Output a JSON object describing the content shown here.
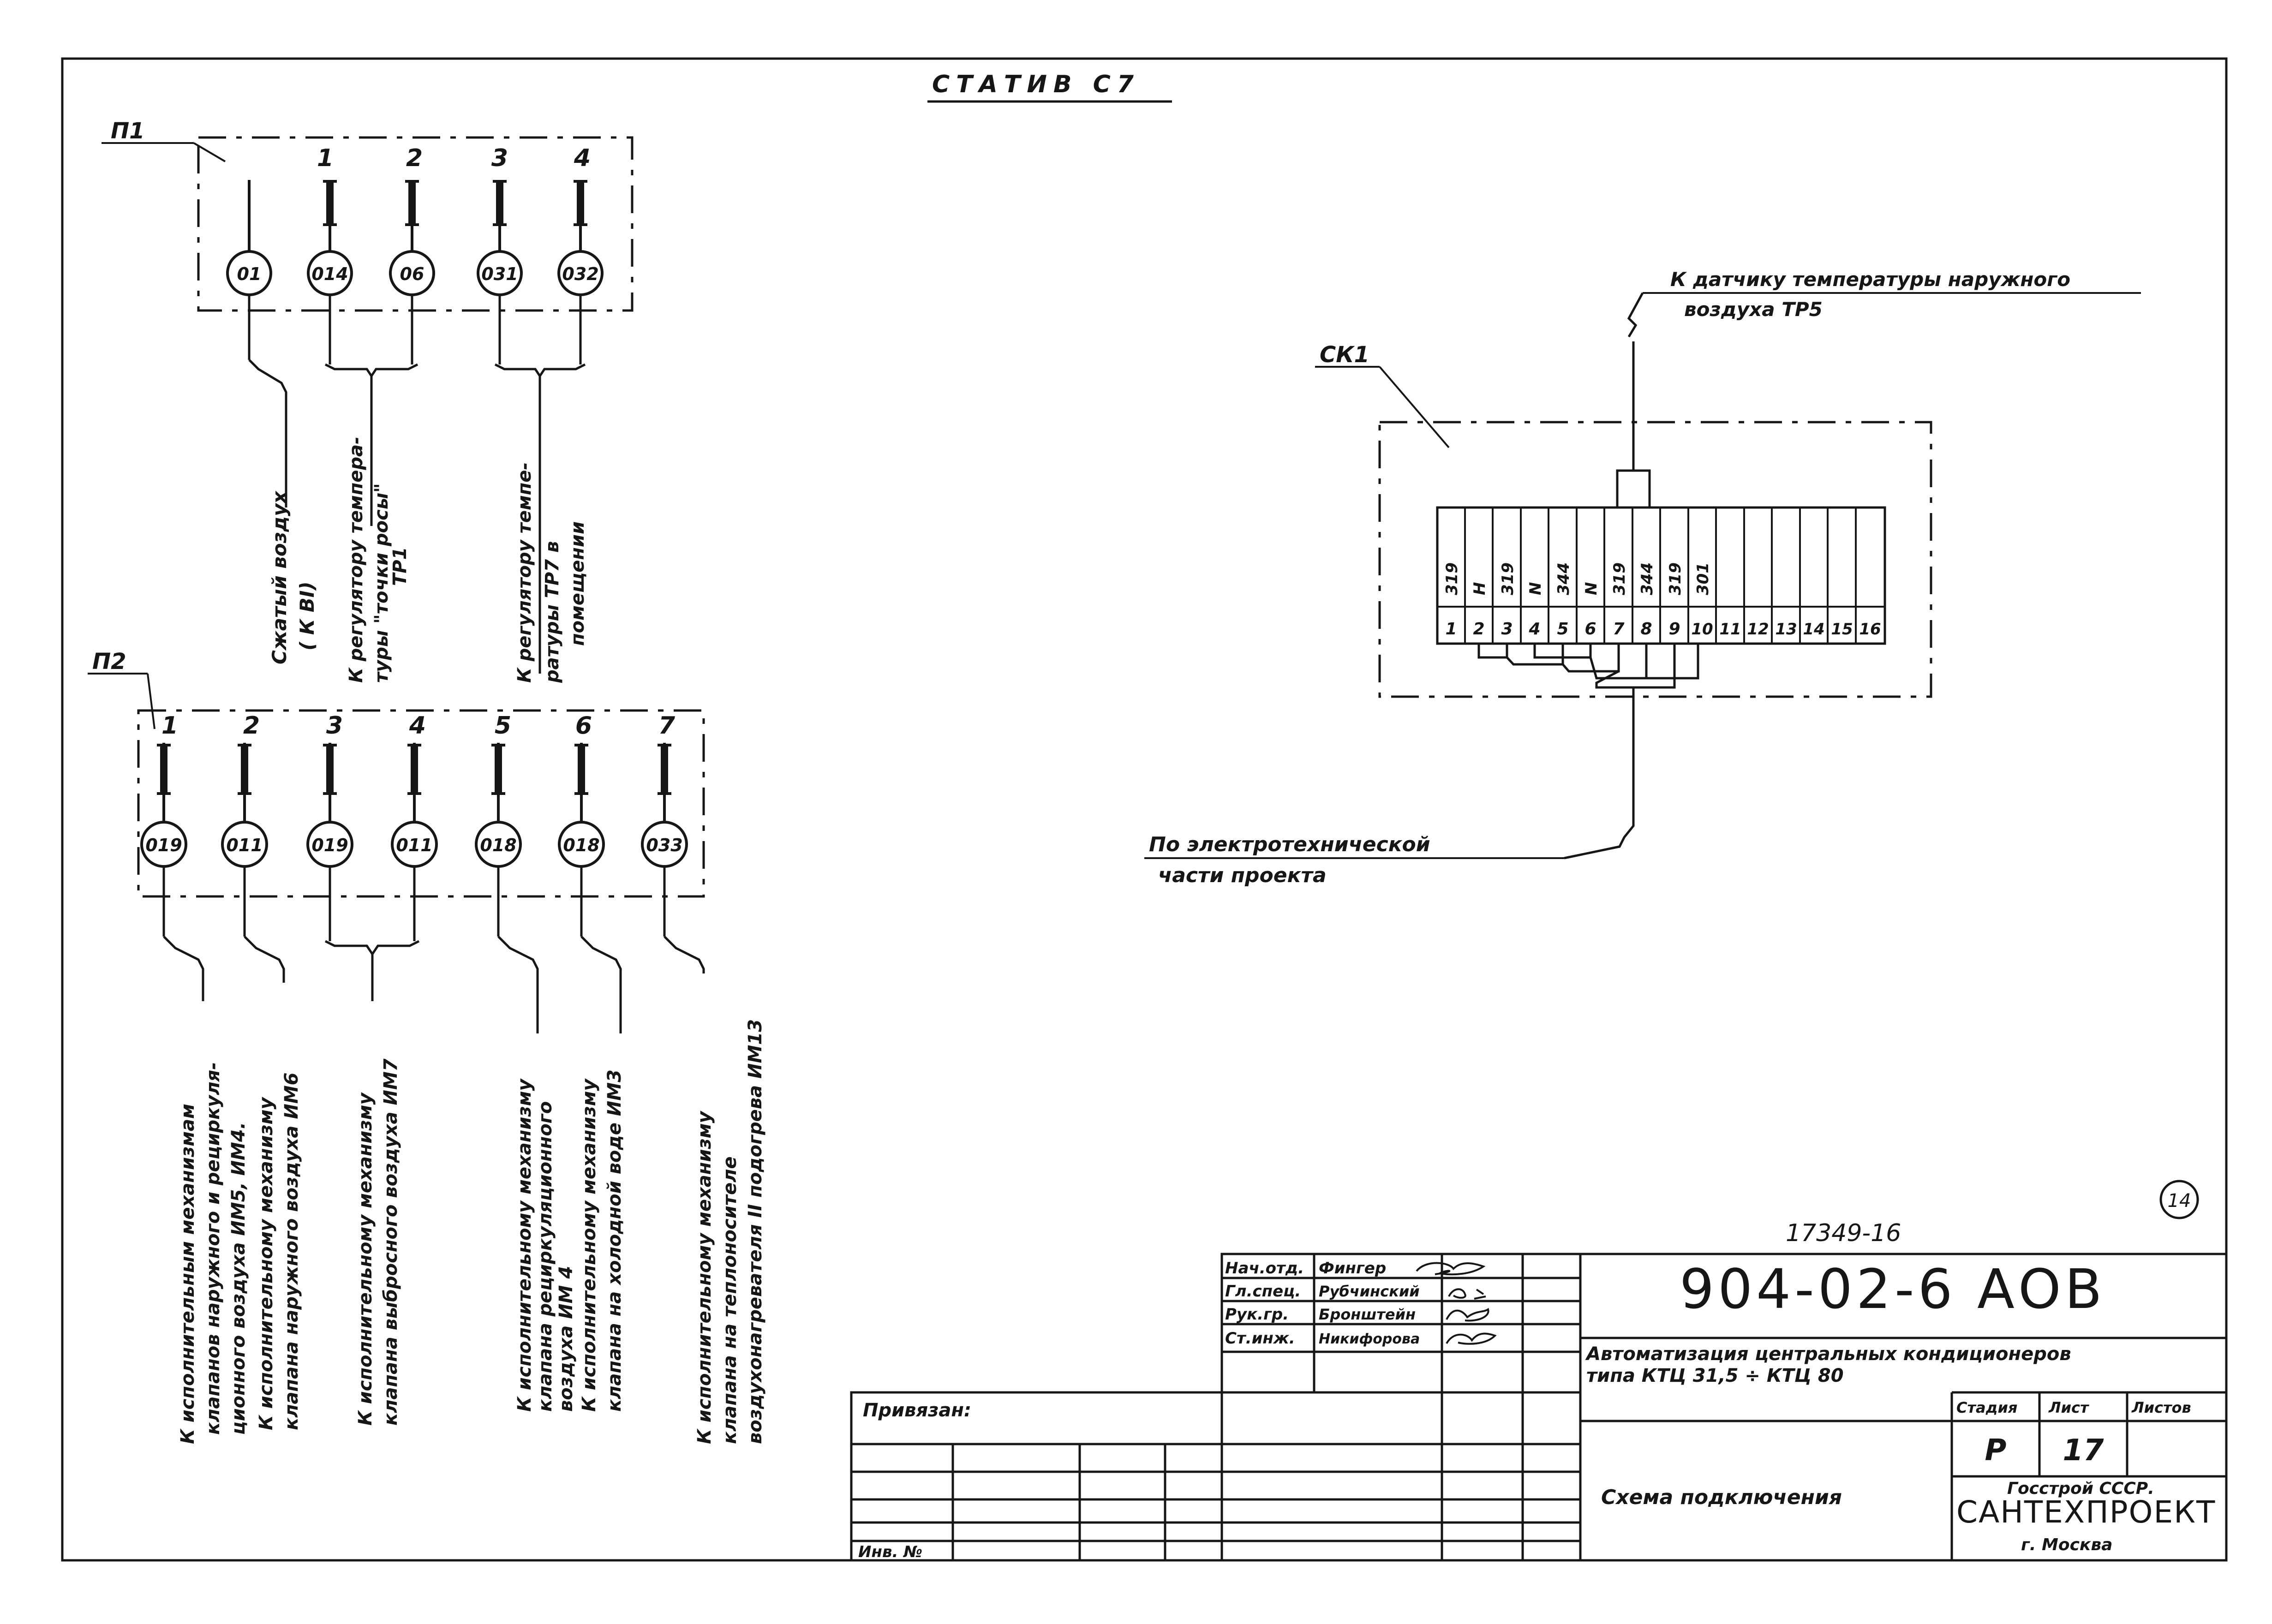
{
  "sheet_title": "СТАТИВ С7",
  "panel_p1": {
    "label": "П1",
    "terminal_numbers": [
      "1",
      "2",
      "3",
      "4"
    ],
    "devices": [
      "01",
      "014",
      "06",
      "031",
      "032"
    ],
    "notes": [
      "Сжатый воздух",
      "( К ВI)",
      "К регулятору темпера-",
      "туры \"точки росы\"",
      "ТР1",
      "К регулятору темпе-",
      "ратуры ТР7 в",
      "помещении"
    ]
  },
  "panel_p2": {
    "label": "П2",
    "terminal_numbers": [
      "1",
      "2",
      "3",
      "4",
      "5",
      "6",
      "7"
    ],
    "devices": [
      "019",
      "011",
      "019",
      "011",
      "018",
      "018",
      "033"
    ],
    "notes": [
      "К исполнительным механизмам",
      "клапанов наружного и рециркуля-",
      "ционного воздуха ИМ5, ИМ4.",
      "К исполнительному механизму",
      "клапана наружного воздуха ИМ6",
      "К исполнительному механизму",
      "клапана выбросного воздуха ИМ7",
      "К исполнительному механизму",
      "клапана рециркуляционного",
      "воздуха ИМ 4",
      "К исполнительному механизму",
      "клапана на холодной воде ИМ3",
      "К исполнительному механизму",
      "клапана на теплоносителе",
      "воздухонагревателя II подогрева ИМ13"
    ]
  },
  "ck1": {
    "label": "СК1",
    "sensor_note_line1": "К датчику температуры наружного",
    "sensor_note_line2": "воздуха ТР5",
    "terminal_labels": [
      "319",
      "Н",
      "319",
      "N",
      "344",
      "N",
      "319",
      "344",
      "319",
      "301",
      "",
      "",
      "",
      "",
      "",
      ""
    ],
    "terminal_numbers": [
      "1",
      "2",
      "3",
      "4",
      "5",
      "6",
      "7",
      "8",
      "9",
      "10",
      "11",
      "12",
      "13",
      "14",
      "15",
      "16"
    ],
    "cable_note_line1": "По электротехнической",
    "cable_note_line2": "части проекта"
  },
  "sheet_circle_number": "14",
  "archive_number": "17349-16",
  "title_block": {
    "designation": "904-02-6 АОВ",
    "title_line1": "Автоматизация центральных кондиционеров",
    "title_line2": "типа КТЦ 31,5 ÷ КТЦ 80",
    "sheet_name": "Схема подключения",
    "privyazan": "Привязан:",
    "inv_no": "Инв. №",
    "stage_header": "Стадия",
    "sheet_header": "Лист",
    "sheets_header": "Листов",
    "stage": "Р",
    "sheet": "17",
    "sheets": "",
    "org_line1": "Госстрой СССР.",
    "org_line2": "САНТЕХПРОЕКТ",
    "org_line3": "г. Москва",
    "staff": [
      {
        "role": "Нач.отд.",
        "name": "Фингер"
      },
      {
        "role": "Гл.спец.",
        "name": "Рубчинский"
      },
      {
        "role": "Рук.гр.",
        "name": "Бронштейн"
      },
      {
        "role": "Ст.инж.",
        "name": "Никифорова"
      }
    ]
  }
}
